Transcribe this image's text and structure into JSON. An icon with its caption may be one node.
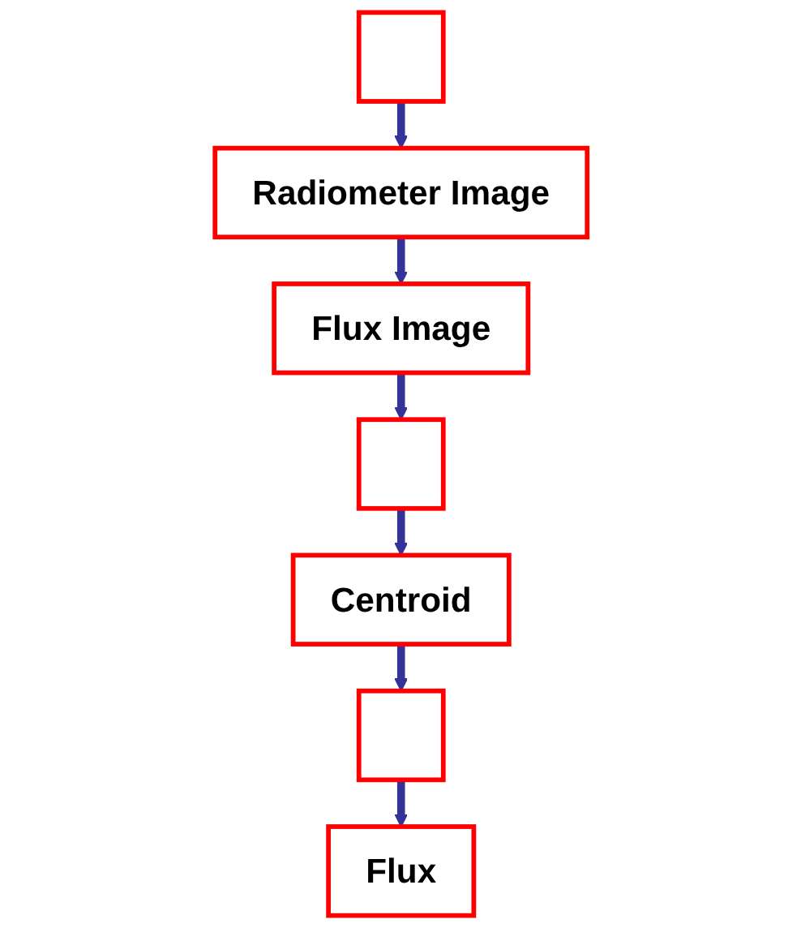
{
  "diagram": {
    "nodes": [
      {
        "text": [],
        "shape": "box"
      },
      {
        "text": [
          "Radiometer Image"
        ]
      },
      {
        "text": [
          "Flux Image"
        ]
      },
      {
        "text": [],
        "shape": "box"
      },
      {
        "text": [
          "Centroid"
        ]
      },
      {
        "text": [],
        "shape": "box"
      },
      {
        "text": [
          "Flux"
        ]
      }
    ],
    "edges": [
      {
        "from": 0,
        "to": 1,
        "arrow": "to"
      },
      {
        "from": 1,
        "to": 2,
        "arrow": "to"
      },
      {
        "from": 2,
        "to": 3,
        "arrow": "to"
      },
      {
        "from": 3,
        "to": 4,
        "arrow": "to"
      },
      {
        "from": 4,
        "to": 5,
        "arrow": "to"
      },
      {
        "from": 5,
        "to": 6,
        "arrow": "to"
      }
    ]
  }
}
